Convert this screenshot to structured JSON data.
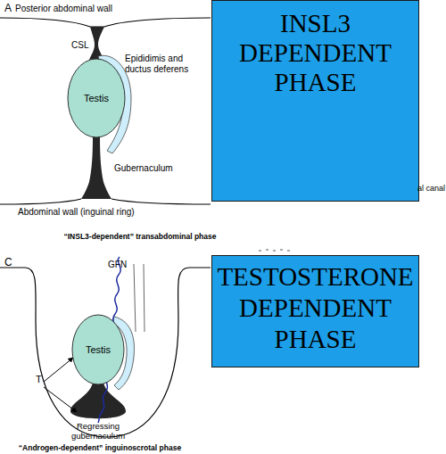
{
  "diagram": {
    "nodes": [
      {
        "text": [
          "Testis"
        ]
      },
      {
        "text": [
          "INSL3 DEPENDENT PHASE"
        ]
      },
      {
        "text": [
          "Testis"
        ]
      },
      {
        "text": [
          "TESTOSTERONE DEPENDENT PHASE"
        ]
      }
    ],
    "labels": [
      "A",
      "Posterior abdominal wall",
      "CSL",
      "Epididimis and ductus deferens",
      "Gubernaculum",
      "Abdominal wall (inguinal ring)",
      "al canal",
      "“INSL3-dependent” transabdominal phase",
      "C",
      "GFN",
      "T",
      "Regressing gubernaculum",
      "“Androgen-dependent” inguinoscrotal phase"
    ]
  }
}
